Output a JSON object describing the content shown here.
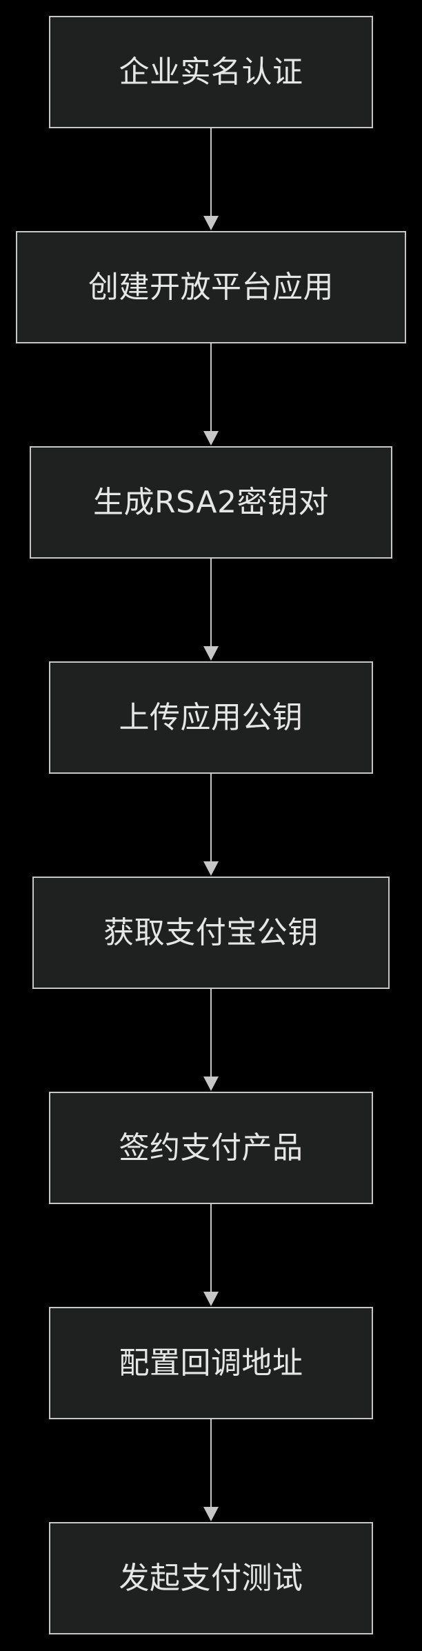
{
  "diagram": {
    "type": "flowchart",
    "direction": "top-to-bottom",
    "colors": {
      "background": "#000000",
      "node_fill": "#1f2020",
      "node_border": "#c7c7c7",
      "node_text": "#e6e6e6",
      "edge": "#c7c7c7"
    },
    "nodes": [
      {
        "label": "企业实名认证"
      },
      {
        "label": "创建开放平台应用"
      },
      {
        "label": "生成RSA2密钥对"
      },
      {
        "label": "上传应用公钥"
      },
      {
        "label": "获取支付宝公钥"
      },
      {
        "label": "签约支付产品"
      },
      {
        "label": "配置回调地址"
      },
      {
        "label": "发起支付测试"
      }
    ],
    "edges": [
      {
        "from": 0,
        "to": 1
      },
      {
        "from": 1,
        "to": 2
      },
      {
        "from": 2,
        "to": 3
      },
      {
        "from": 3,
        "to": 4
      },
      {
        "from": 4,
        "to": 5
      },
      {
        "from": 5,
        "to": 6
      },
      {
        "from": 6,
        "to": 7
      }
    ]
  }
}
